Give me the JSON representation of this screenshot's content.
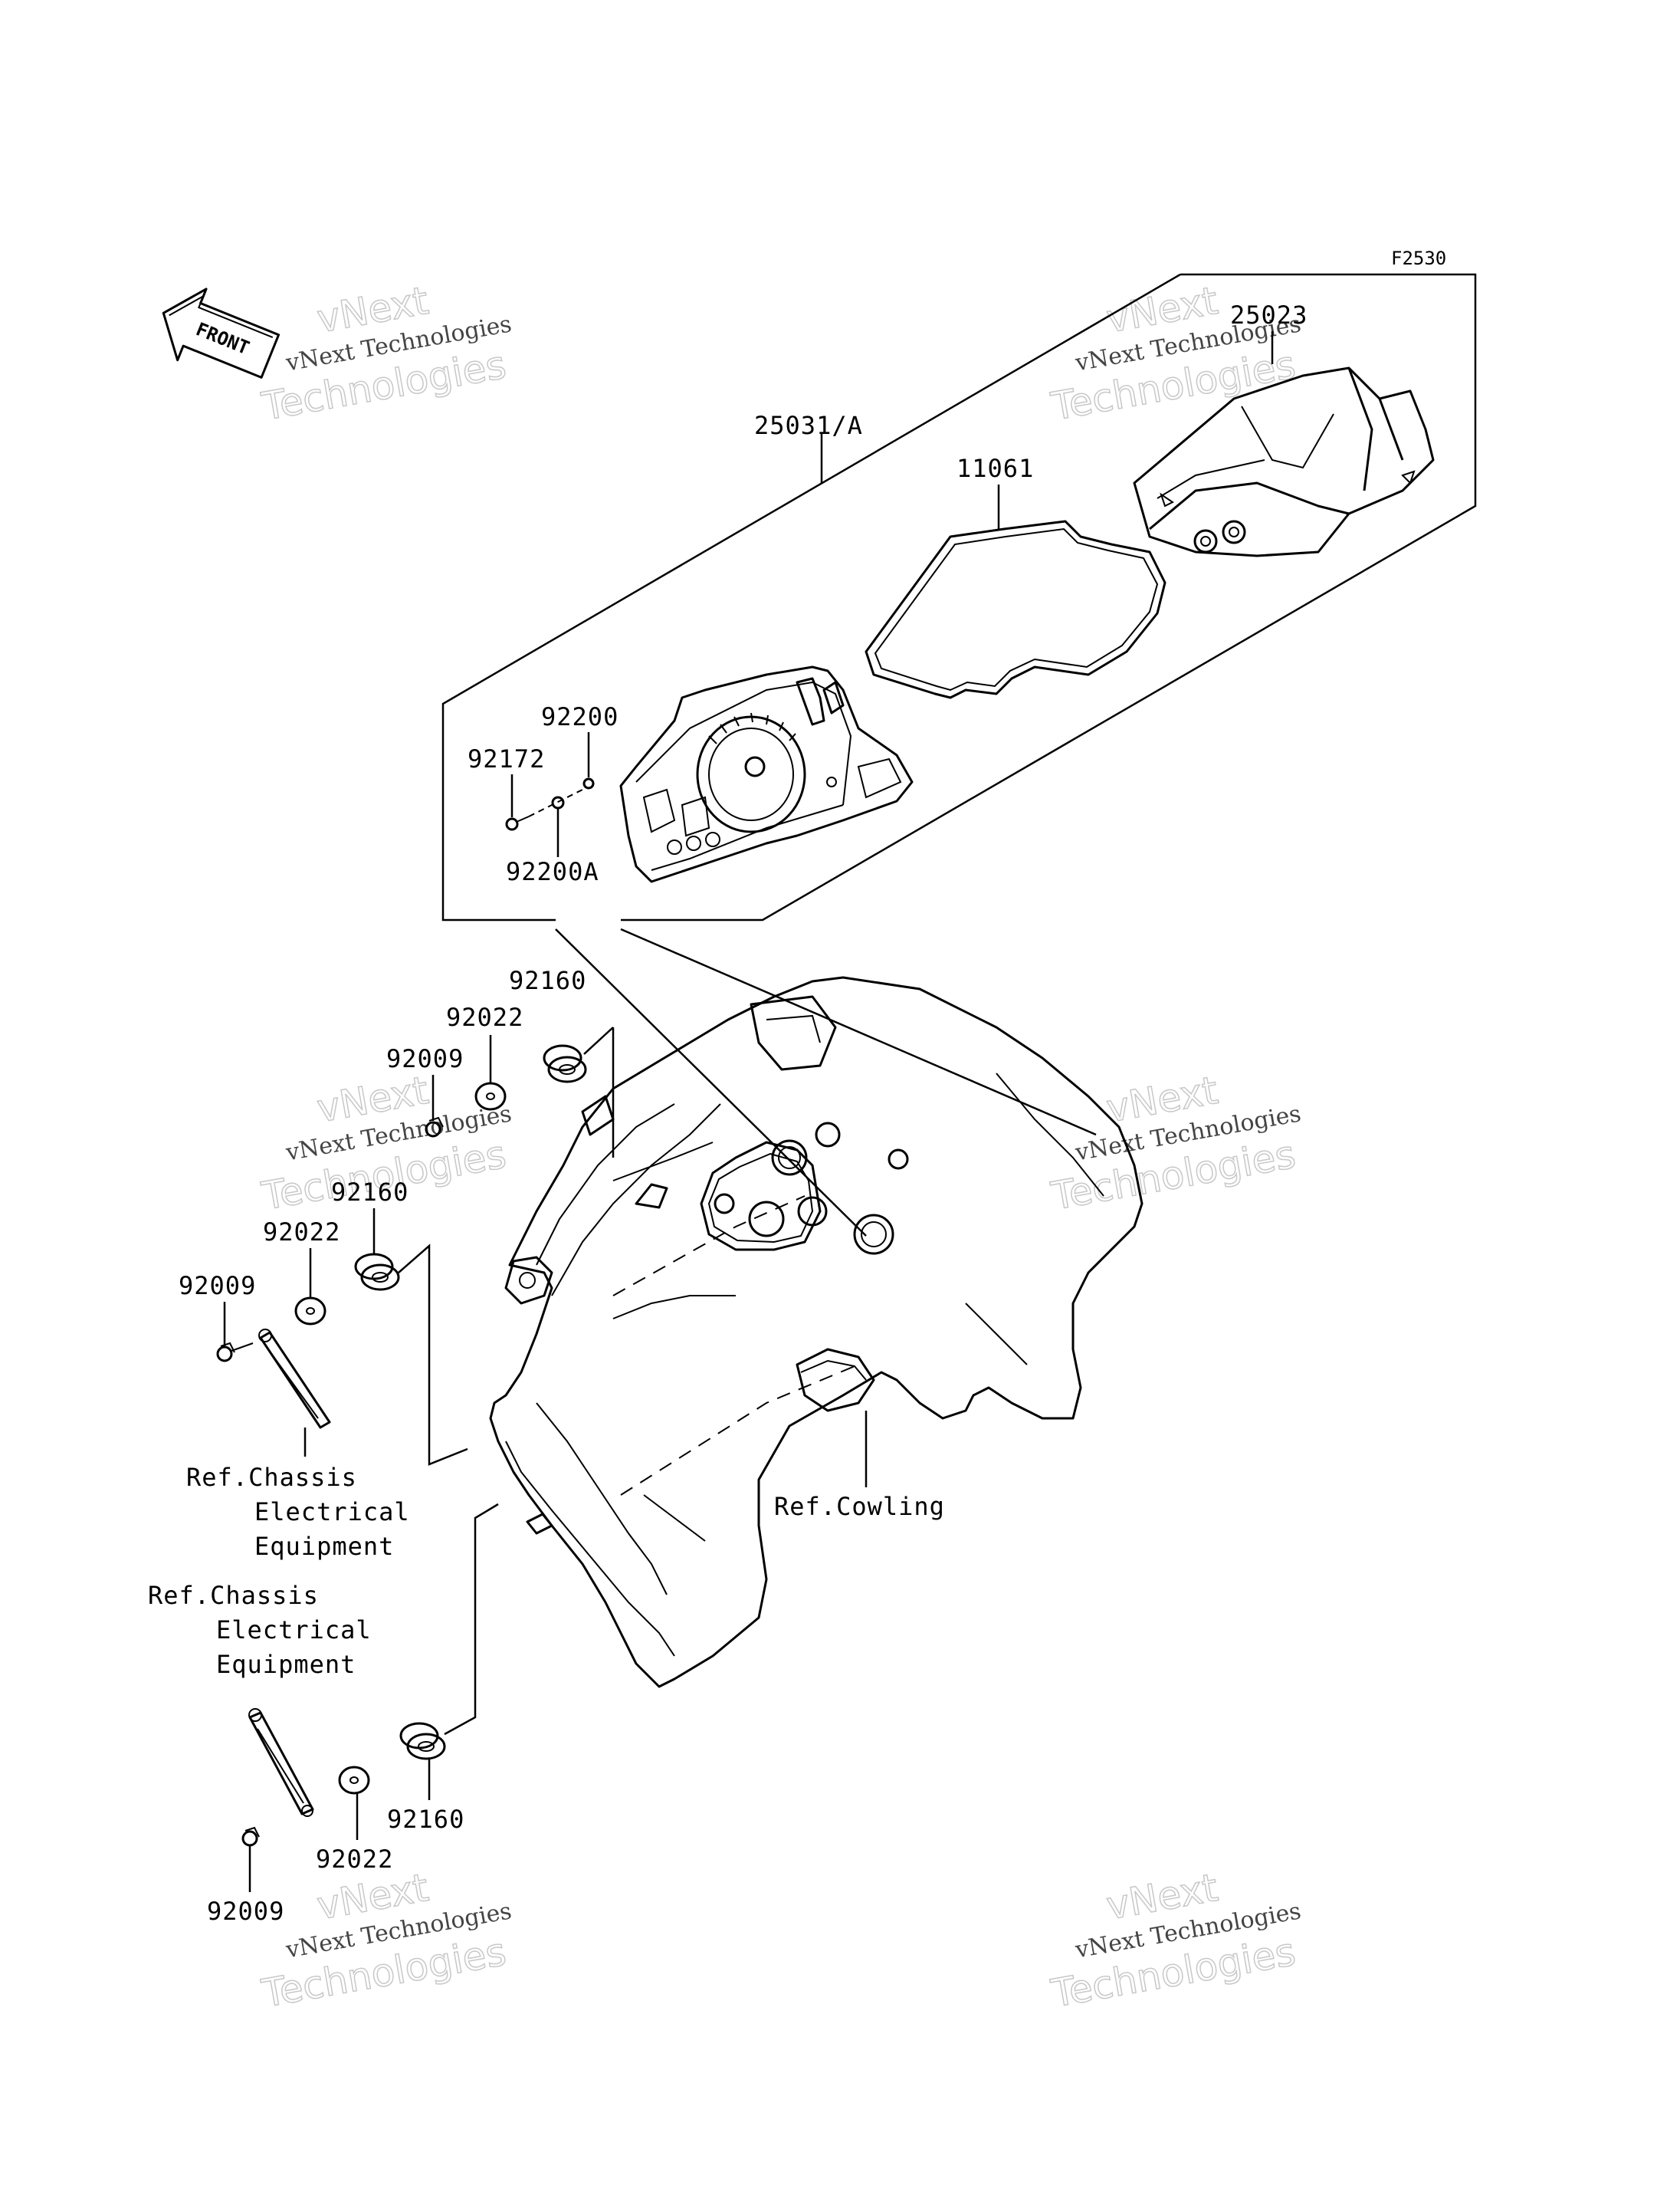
{
  "figure_code": "F2530",
  "front_arrow": {
    "text": "FRONT"
  },
  "parts": [
    {
      "id": "25023",
      "label": "25023"
    },
    {
      "id": "25031A",
      "label": "25031/A"
    },
    {
      "id": "11061",
      "label": "11061"
    },
    {
      "id": "92200",
      "label": "92200"
    },
    {
      "id": "92172",
      "label": "92172"
    },
    {
      "id": "92200A",
      "label": "92200A"
    },
    {
      "id": "92160-top",
      "label": "92160"
    },
    {
      "id": "92022-top",
      "label": "92022"
    },
    {
      "id": "92009-top",
      "label": "92009"
    },
    {
      "id": "92160-mid",
      "label": "92160"
    },
    {
      "id": "92022-mid",
      "label": "92022"
    },
    {
      "id": "92009-mid",
      "label": "92009"
    },
    {
      "id": "92160-bot",
      "label": "92160"
    },
    {
      "id": "92022-bot",
      "label": "92022"
    },
    {
      "id": "92009-bot",
      "label": "92009"
    }
  ],
  "references": {
    "chassis_1": [
      "Ref.Chassis",
      "Electrical",
      "Equipment"
    ],
    "chassis_2": [
      "Ref.Chassis",
      "Electrical",
      "Equipment"
    ],
    "cowling": "Ref.Cowling"
  },
  "watermark": {
    "line1": "vNext",
    "line2": "vNext Technologies",
    "line3": "Technologies"
  }
}
